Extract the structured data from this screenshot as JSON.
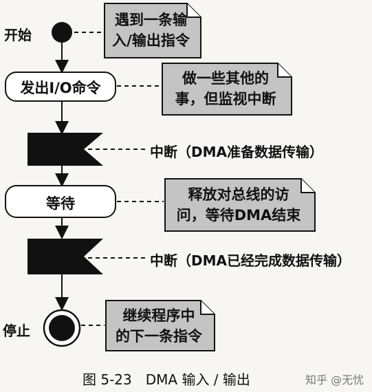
{
  "nodes": {
    "start_label": "开始",
    "issue_io_box": "发出I/O命令",
    "wait_box": "等待",
    "stop_label": "停止"
  },
  "notes": {
    "io_instruction": [
      "遇到一条输",
      "入/输出指令"
    ],
    "do_other": [
      "做一些其他的",
      "事，但监视中断"
    ],
    "release_bus": [
      "释放对总线的访",
      "问，等待DMA结束"
    ],
    "continue": [
      "继续程序中",
      "的下一条指令"
    ]
  },
  "signals": {
    "interrupt_prepare": "中断（DMA准备数据传输）",
    "interrupt_done": "中断（DMA已经完成数据传输）"
  },
  "caption": "图 5-23　DMA 输入 / 输出",
  "watermark": "知乎 @无忧",
  "colors": {
    "note_fill": "#c4c4c4",
    "box_fill": "#ffffff",
    "ink": "#111111",
    "background": "#f7f6f3"
  }
}
